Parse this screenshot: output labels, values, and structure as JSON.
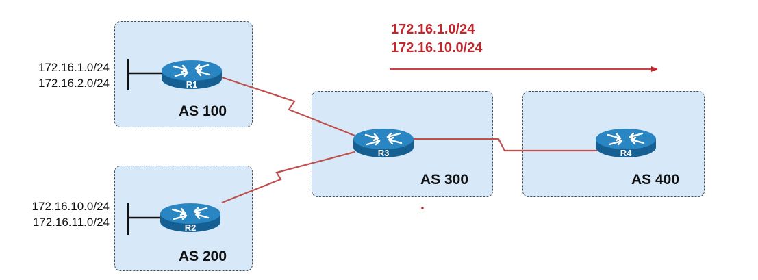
{
  "autonomous_systems": [
    {
      "id": "as100",
      "label": "AS 100"
    },
    {
      "id": "as200",
      "label": "AS 200"
    },
    {
      "id": "as300",
      "label": "AS 300"
    },
    {
      "id": "as400",
      "label": "AS 400"
    }
  ],
  "routers": [
    {
      "id": "r1",
      "label": "R1"
    },
    {
      "id": "r2",
      "label": "R2"
    },
    {
      "id": "r3",
      "label": "R3"
    },
    {
      "id": "r4",
      "label": "R4"
    }
  ],
  "networks": {
    "r1": [
      "172.16.1.0/24",
      "172.16.2.0/24"
    ],
    "r2": [
      "172.16.10.0/24",
      "172.16.11.0/24"
    ]
  },
  "advertised_routes": [
    "172.16.1.0/24",
    "172.16.10.0/24"
  ],
  "links": [
    {
      "from": "R1",
      "to": "R3",
      "type": "serial"
    },
    {
      "from": "R2",
      "to": "R3",
      "type": "serial"
    },
    {
      "from": "R3",
      "to": "R4",
      "type": "serial"
    }
  ],
  "colors": {
    "as_fill": "#d7e9f8",
    "as_border": "#44505c",
    "link": "#c0504d",
    "router_body": "#2a86c2",
    "router_dark": "#155f93",
    "route_text": "#c0282d",
    "arrow": "#c0282d"
  }
}
